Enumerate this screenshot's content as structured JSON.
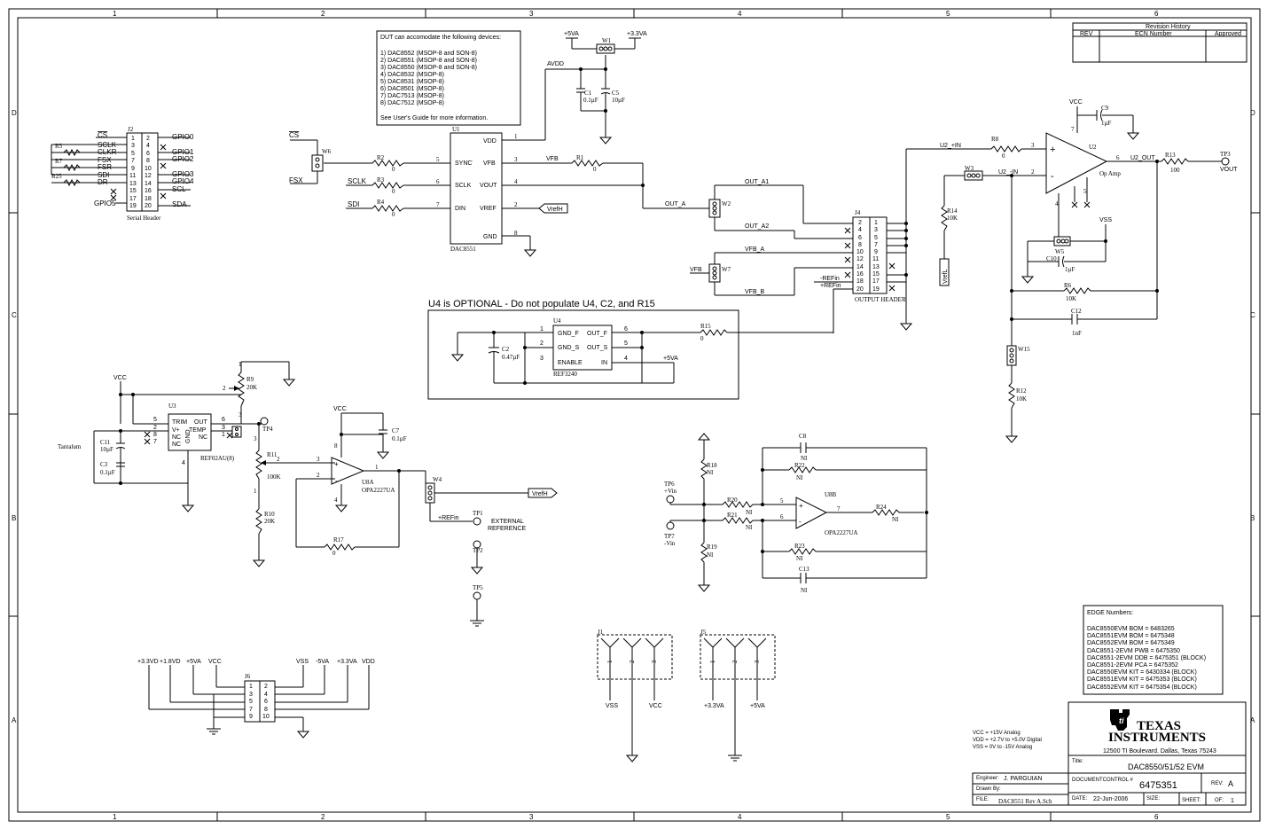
{
  "frame": {
    "cols": [
      "1",
      "2",
      "3",
      "4",
      "5",
      "6"
    ],
    "rows": [
      "D",
      "C",
      "B",
      "A"
    ]
  },
  "revision": {
    "title": "Revision History",
    "rev": "REV",
    "ecn": "ECN Number",
    "approved": "Approved"
  },
  "dut_note": {
    "lines": [
      "DUT can accomodate the following devices:",
      "",
      "1) DAC8552 (MSOP-8 and SON-8)",
      "2) DAC8551 (MSOP-8 and SON-8)",
      "3) DAC8550 (MSOP-8 and SON-8)",
      "4) DAC8532 (MSOP-8)",
      "5) DAC8531 (MSOP-8)",
      "6) DAC8501 (MSOP-8)",
      "7) DAC7513 (MSOP-8)",
      "8) DAC7512 (MSOP-8)",
      "",
      "See User's Guide for more information."
    ]
  },
  "j2": {
    "ref": "J2",
    "name": "Serial Header",
    "left_labels": [
      "CS",
      "SCLK",
      "CLKR",
      "FSX",
      "FSR",
      "SDI",
      "DR"
    ],
    "right_labels": [
      "GPIO0",
      "GPIO1",
      "GPIO2",
      "GPIO3",
      "GPIO4",
      "SCL",
      "SDA"
    ],
    "gpio5": "GPIO5",
    "pins_left": [
      "1",
      "3",
      "5",
      "7",
      "9",
      "11",
      "13",
      "15",
      "17",
      "19"
    ],
    "pins_right": [
      "2",
      "4",
      "6",
      "8",
      "10",
      "12",
      "14",
      "16",
      "18",
      "20"
    ],
    "resistors": [
      "R5",
      "R7",
      "R25"
    ],
    "rvals": [
      "0",
      "0",
      "0"
    ]
  },
  "u1": {
    "ref": "U1",
    "part": "DAC8551",
    "pins_left": [
      {
        "n": "5",
        "l": "SYNC"
      },
      {
        "n": "6",
        "l": "SCLK"
      },
      {
        "n": "7",
        "l": "DIN"
      }
    ],
    "pins_right": [
      {
        "n": "1",
        "l": "VDD"
      },
      {
        "n": "3",
        "l": "VFB"
      },
      {
        "n": "4",
        "l": "VOUT"
      },
      {
        "n": "2",
        "l": "VREF"
      },
      {
        "n": "8",
        "l": "GND"
      }
    ]
  },
  "nets": {
    "cs": "CS",
    "fsx": "FSX",
    "sclk": "SCLK",
    "sdi": "SDI",
    "avdd": "AVDD",
    "vfb": "VFB",
    "out_a": "OUT_A",
    "out_a1": "OUT_A1",
    "out_a2": "OUT_A2",
    "vfb_a": "VFB_A",
    "vfb_b": "VFB_B",
    "vrefh": "VrefH",
    "refin_n": "-REFin",
    "refin_p": "+REFin",
    "u2_pin": "U2_+IN",
    "u2_nin": "U2_-IN",
    "u2_out": "U2_OUT",
    "vout": "VOUT",
    "p5va": "+5VA",
    "p33va": "+3.3VA",
    "vcc": "VCC",
    "vss": "VSS",
    "vrefl": "VrefL"
  },
  "parts": {
    "w1": "W1",
    "w2": "W2",
    "w3": "W3",
    "w4": "W4",
    "w5": "W5",
    "w6": "W6",
    "w7": "W7",
    "w15": "W15",
    "c1": "C1",
    "c1v": "0.1µF",
    "c5": "C5",
    "c5v": "10µF",
    "c9": "C9",
    "c9v": "1µF",
    "c10": "C10",
    "c10v": "1µF",
    "c12": "C12",
    "c12v": "1nF",
    "c2": "C2",
    "c2v": "0.47µF",
    "c7": "C7",
    "c7v": "0.1µF",
    "c11": "C11",
    "c11v": "10µF",
    "c3": "C3",
    "c3v": "0.1µF",
    "tantalum": "Tantalum",
    "c8": "C8",
    "c13": "C13",
    "ni": "NI",
    "r1": "R1",
    "r2": "R2",
    "r3": "R3",
    "r4": "R4",
    "r6": "R6",
    "r6v": "10K",
    "r8": "R8",
    "r13": "R13",
    "r13v": "100",
    "r14": "R14",
    "r14v": "10K",
    "r12": "R12",
    "r12v": "10K",
    "r15": "R15",
    "zero": "0",
    "r9": "R9",
    "r9v": "20K",
    "r11": "R11",
    "r11v": "100K",
    "r10": "R10",
    "r10v": "20K",
    "r17": "R17",
    "r18": "R18",
    "r19": "R19",
    "r20": "R20",
    "r21": "R21",
    "r22": "R22",
    "r23": "R23",
    "r24": "R24",
    "u2": "U2",
    "opamp": "Op Amp",
    "u3": "U3",
    "u3part": "REF02AU(8)",
    "u4": "U4",
    "u4part": "REF3240",
    "u8a": "U8A",
    "u8b": "U8B",
    "opa": "OPA2227UA",
    "j4": "J4",
    "j4name": "OUTPUT HEADER",
    "j6": "J6",
    "j1": "J1",
    "j5": "J5",
    "tp1": "TP1",
    "tp2": "TP2",
    "tp3": "TP3",
    "tp4": "TP4",
    "tp5": "TP5",
    "tp6": "TP6",
    "tp7": "TP7",
    "vinp": "+Vin",
    "vinn": "-Vin",
    "ext_ref": [
      "EXTERNAL",
      "REFERENCE"
    ]
  },
  "u3pins": {
    "trim": "TRIM",
    "vp": "V+",
    "nc": "NC",
    "out": "OUT",
    "temp": "TEMP",
    "gnd": "GND"
  },
  "u4pins": {
    "gndf": "GND_F",
    "gnds": "GND_S",
    "enable": "ENABLE",
    "outf": "OUT_F",
    "outs": "OUT_S",
    "in": "IN"
  },
  "optional_note": "U4 is OPTIONAL - Do not populate U4, C2, and R15",
  "j6labels": [
    "+3.3VD",
    "+1.8VD",
    "+5VA",
    "VCC",
    "VSS",
    "-5VA",
    "+3.3VA",
    "VDD"
  ],
  "j4pins": [
    "2",
    "4",
    "6",
    "8",
    "10",
    "12",
    "14",
    "16",
    "18",
    "20",
    "1",
    "3",
    "5",
    "7",
    "9",
    "11",
    "13",
    "15",
    "17",
    "19"
  ],
  "edge": {
    "title": "EDGE Numbers:",
    "lines": [
      "DAC8550EVM BOM  = 6483265",
      "DAC8551EVM BOM  = 6475348",
      "DAC8552EVM BOM  = 6475349",
      "",
      "DAC8551-2EVM PWB = 6475350",
      "DAC8551-2EVM DDB = 6475351  (BLOCK)",
      "DAC8551-2EVM PCA  = 6475352",
      "DAC8550EVM KIT  = 6430334  (BLOCK)",
      "DAC8551EVM KIT  = 6475353  (BLOCK)",
      "DAC8552EVM KIT  = 6475354  (BLOCK)"
    ]
  },
  "supply_note": [
    "VCC = +15V Analog",
    "VDD = +2.7V to +5.0V Digital",
    "VSS = 0V to -15V Analog"
  ],
  "title_block": {
    "ti1": "TEXAS",
    "ti2": "INSTRUMENTS",
    "address": "12500 TI Boulevard.  Dallas, Texas 75243",
    "title_label": "Title:",
    "title": "DAC8550/51/52 EVM",
    "engineer_label": "Engineer:",
    "engineer": "J. PARGUIAN",
    "drawn_label": "Drawn By:",
    "file_label": "FILE:",
    "file": "DAC8551 Rev A.Sch",
    "doc_label": "DOCUMENTCONTROL #",
    "doc": "6475351",
    "rev_label": "REV:",
    "rev": "A",
    "date_label": "DATE:",
    "date": "22-Jun-2006",
    "size_label": "SIZE:",
    "sheet_label": "SHEET:",
    "of_label": "OF:",
    "of": "1"
  }
}
